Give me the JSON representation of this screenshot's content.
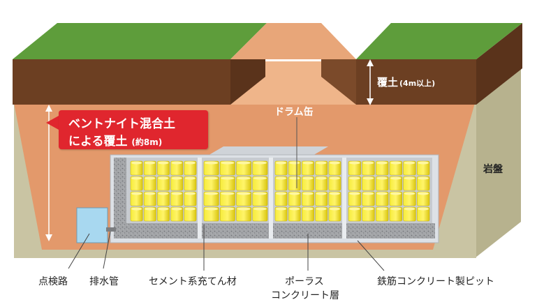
{
  "labels": {
    "cover_soil": "覆土",
    "cover_soil_note": "(4m以上)",
    "drum": "ドラム缶",
    "bedrock": "岩盤",
    "bentonite_line1": "ベントナイト混合土",
    "bentonite_line2": "による覆土",
    "bentonite_note": "(約8m)",
    "inspection": "点検路",
    "drain": "排水管",
    "cement": "セメント系充てん材",
    "porous_1": "ポーラス",
    "porous_2": "コンクリート層",
    "pit": "鉄筋コンクリート製ピット"
  },
  "colors": {
    "grass": "#5c9b3a",
    "grass_dark": "#3f7a26",
    "topsoil": "#6b3f22",
    "bentonite": "#e0986a",
    "bentonite_light": "#f0b98e",
    "bedrock": "#c8c3a0",
    "concrete": "#d9dde3",
    "porous": "#9c9ea2",
    "drum": "#f2e31c",
    "callout": "#e0262e",
    "inspection_water": "#a8d8f0"
  }
}
